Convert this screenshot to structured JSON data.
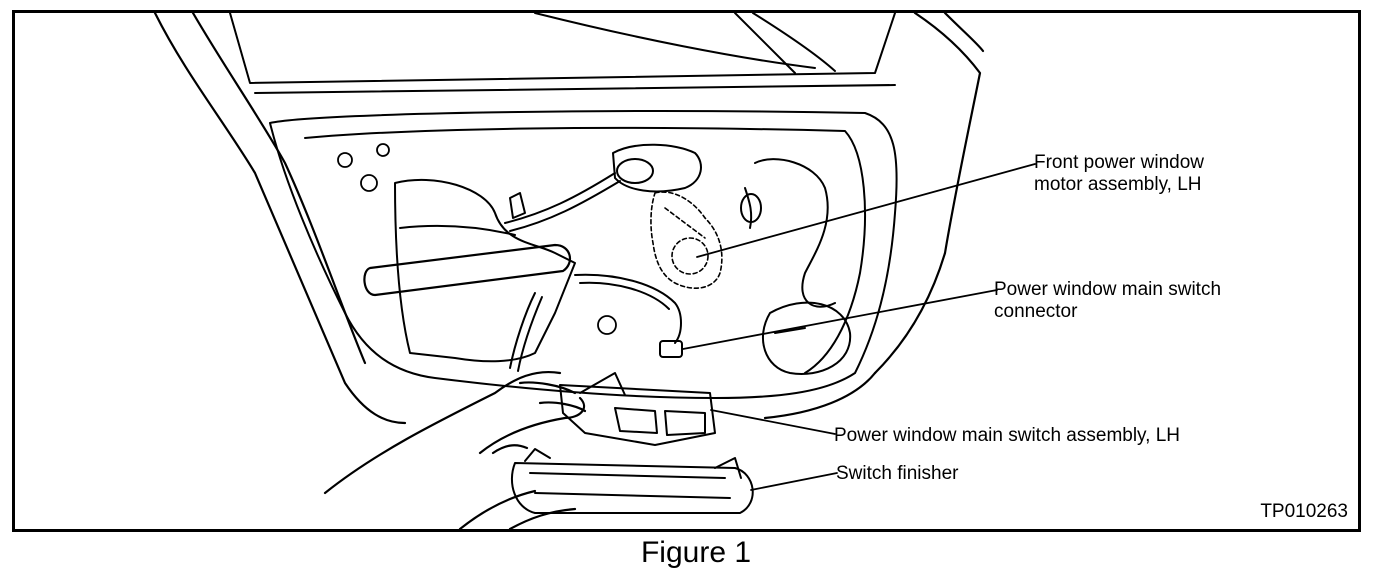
{
  "labels": {
    "front_motor_line1": "Front power window",
    "front_motor_line2": "motor assembly, LH",
    "switch_connector_line1": "Power window main switch",
    "switch_connector_line2": "connector",
    "switch_assembly": "Power window main switch assembly, LH",
    "switch_finisher": "Switch finisher"
  },
  "figure_code": "TP010263",
  "caption": "Figure 1"
}
